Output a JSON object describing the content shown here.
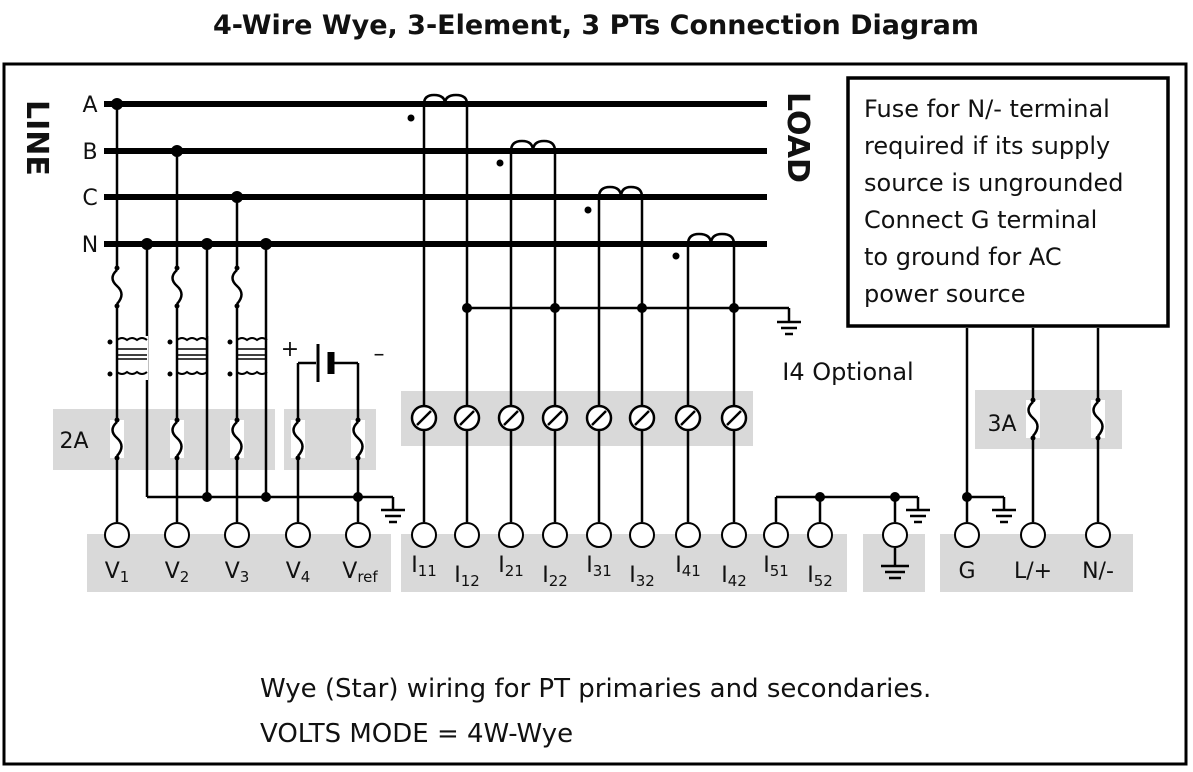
{
  "title": "4-Wire Wye, 3-Element, 3 PTs Connection Diagram",
  "side_labels": {
    "line": "LINE",
    "load": "LOAD"
  },
  "phases": [
    "A",
    "B",
    "C",
    "N"
  ],
  "note_box": {
    "lines": [
      "Fuse for N/- terminal",
      "required if its supply",
      "source is ungrounded",
      "Connect G terminal",
      "to ground for AC",
      "power source"
    ]
  },
  "fuse_ratings": {
    "voltage": "2A",
    "power": "3A"
  },
  "dc_polarity": {
    "plus": "+",
    "minus": "–"
  },
  "i4_note": "I4 Optional",
  "voltage_terminals": [
    {
      "main": "V",
      "sub": "1"
    },
    {
      "main": "V",
      "sub": "2"
    },
    {
      "main": "V",
      "sub": "3"
    },
    {
      "main": "V",
      "sub": "4"
    },
    {
      "main": "V",
      "sub": "ref"
    }
  ],
  "current_terminals": [
    {
      "main": "I",
      "sub": "11"
    },
    {
      "main": "I",
      "sub": "12"
    },
    {
      "main": "I",
      "sub": "21"
    },
    {
      "main": "I",
      "sub": "22"
    },
    {
      "main": "I",
      "sub": "31"
    },
    {
      "main": "I",
      "sub": "32"
    },
    {
      "main": "I",
      "sub": "41"
    },
    {
      "main": "I",
      "sub": "42"
    },
    {
      "main": "I",
      "sub": "51"
    },
    {
      "main": "I",
      "sub": "52"
    }
  ],
  "power_terminals": [
    "G",
    "L/+",
    "N/-"
  ],
  "footer": {
    "line1": "Wye (Star) wiring for PT primaries and secondaries.",
    "line2": "VOLTS MODE = 4W-Wye"
  }
}
